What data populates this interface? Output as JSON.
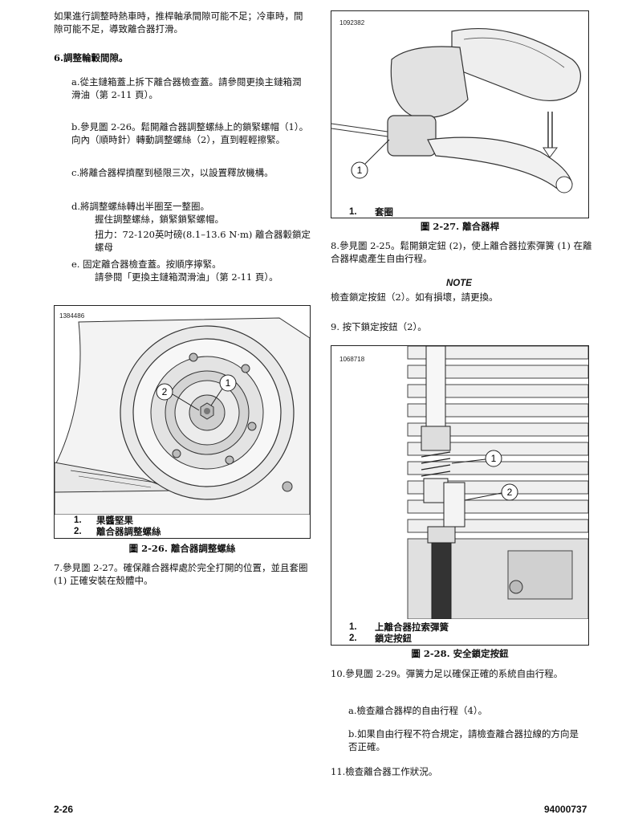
{
  "left": {
    "intro": [
      "如果進行調整時熱車時，推桿軸承間隙可能不足；冷車時，間",
      "隙可能不足，導致離合器打滑。"
    ],
    "step6": "6.調整輪轂間隙。",
    "a": [
      "a.從主鏈箱蓋上拆下離合器檢查蓋。請參閱更換主鏈箱潤",
      "滑油（第 2-11 頁）。"
    ],
    "b": [
      "b.參見圖 2-26。鬆開離合器調整螺絲上的鎖緊螺帽（1）。",
      "向內（順時針）轉動調整螺絲（2），直到輕輕擦緊。"
    ],
    "c": "c.將離合器桿擠壓到極限三次，以設置釋放機構。",
    "d": [
      "d.將調整螺絲轉出半圈至一整圈。",
      "握住調整螺絲，鎖緊鎖緊螺帽。"
    ],
    "torque": [
      "扭力：72-120英吋磅(8.1–13.6 N·m) 離合器轂鎖定",
      "螺母"
    ],
    "e": [
      "e. 固定離合器檢查蓋。按順序擰緊。",
      "請參閱「更換主鏈箱潤滑油」（第 2-11 頁）。"
    ],
    "step7": [
      "7.參見圖 2-27。確保離合器桿處於完全打開的位置，並且套圈",
      "(1) 正確安裝在殼體中。"
    ]
  },
  "fig26": {
    "id": "1384486",
    "callouts": [
      "1",
      "2"
    ],
    "legend": [
      {
        "num": "1.",
        "label": "果醬堅果"
      },
      {
        "num": "2.",
        "label": "離合器調整螺絲"
      }
    ],
    "caption": "圖 2-26. 離合器調整螺絲"
  },
  "fig27": {
    "id": "1092382",
    "callouts": [
      "1"
    ],
    "legend": [
      {
        "num": "1.",
        "label": "套圈"
      }
    ],
    "caption": "圖 2-27. 離合器桿"
  },
  "right": {
    "step8": [
      "8.參見圖 2-25。鬆開鎖定鈕 (2)，使上離合器拉索彈簧 (1) 在離",
      "合器桿處產生自由行程。"
    ],
    "note_title": "NOTE",
    "note": "檢查鎖定按鈕（2）。如有損壞，請更換。",
    "step9": "9. 按下鎖定按鈕（2）。",
    "step10": "10.參見圖 2-29。彈簧力足以確保正確的系統自由行程。",
    "a10": "a.檢查離合器桿的自由行程（4）。",
    "b10": [
      "b.如果自由行程不符合規定，請檢查離合器拉線的方向是",
      "否正確。"
    ],
    "step11": "11.檢查離合器工作狀況。"
  },
  "fig28": {
    "id": "1068718",
    "callouts": [
      "1",
      "2"
    ],
    "legend": [
      {
        "num": "1.",
        "label": "上離合器拉索彈簧"
      },
      {
        "num": "2.",
        "label": "鎖定按鈕"
      }
    ],
    "caption": "圖 2-28. 安全鎖定按鈕"
  },
  "footer": {
    "page": "2-26",
    "doc": "94000737"
  }
}
